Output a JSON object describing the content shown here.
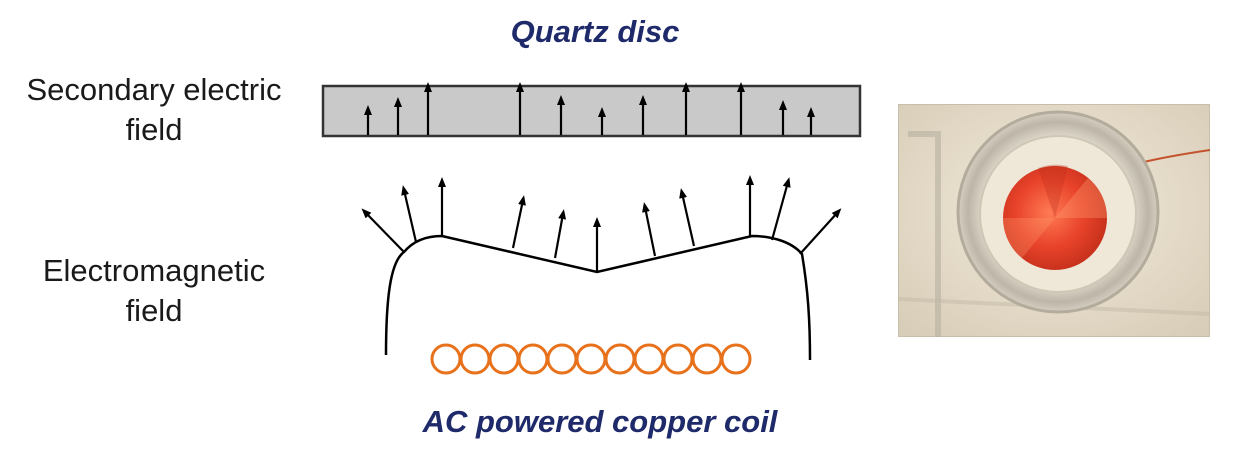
{
  "labels": {
    "quartz_disc": "Quartz disc",
    "secondary_field_line1": "Secondary electric",
    "secondary_field_line2": "field",
    "em_field_line1": "Electromagnetic",
    "em_field_line2": "field",
    "coil": "AC powered copper coil"
  },
  "colors": {
    "title_navy": "#1f2a6b",
    "disc_fill": "#c9c9c9",
    "coil_orange": "#e8711c",
    "photo_disc": "#e8432a"
  },
  "icons": {
    "arrow": "up-arrow-icon",
    "coil_loop": "coil-loop-icon"
  }
}
